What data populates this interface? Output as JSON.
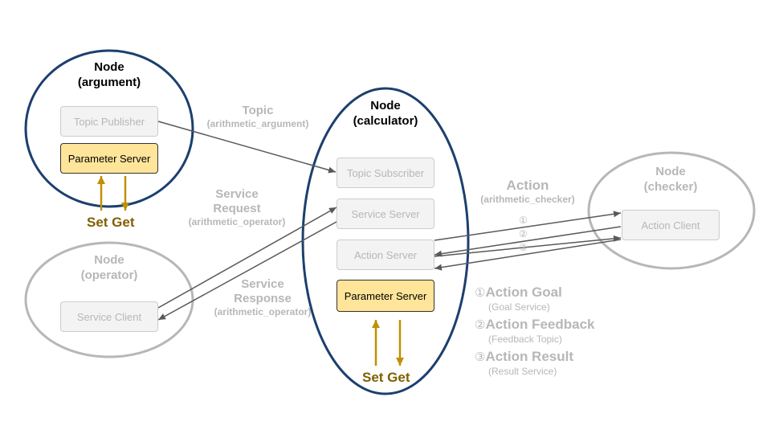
{
  "nodes": {
    "argument": {
      "title_line1": "Node",
      "title_line2": "(argument)"
    },
    "operator": {
      "title_line1": "Node",
      "title_line2": "(operator)"
    },
    "calculator": {
      "title_line1": "Node",
      "title_line2": "(calculator)"
    },
    "checker": {
      "title_line1": "Node",
      "title_line2": "(checker)"
    }
  },
  "boxes": {
    "topic_publisher": "Topic Publisher",
    "parameter_server_argument": "Parameter Server",
    "topic_subscriber": "Topic Subscriber",
    "service_server": "Service Server",
    "action_server": "Action Server",
    "parameter_server_calculator": "Parameter Server",
    "service_client": "Service Client",
    "action_client": "Action Client"
  },
  "edges": {
    "topic": {
      "label": "Topic",
      "sublabel": "(arithmetic_argument)"
    },
    "service_request": {
      "label_line1": "Service",
      "label_line2": "Request",
      "sublabel": "(arithmetic_operator)"
    },
    "service_response": {
      "label_line1": "Service",
      "label_line2": "Response",
      "sublabel": "(arithmetic_operator)"
    },
    "action": {
      "label": "Action",
      "sublabel": "(arithmetic_checker)"
    },
    "action_numbers": [
      "①",
      "②",
      "③"
    ]
  },
  "setget": {
    "argument": "Set Get",
    "calculator": "Set Get"
  },
  "legend": [
    {
      "mark": "①",
      "title": "Action Goal",
      "sub": "(Goal Service)"
    },
    {
      "mark": "②",
      "title": "Action Feedback",
      "sub": "(Feedback Topic)"
    },
    {
      "mark": "③",
      "title": "Action Result",
      "sub": "(Result Service)"
    }
  ],
  "colors": {
    "active_node_border": "#1c3f6e",
    "inactive_node_border": "#b7b7b7",
    "parameter_fill": "#ffe599",
    "setget_arrow": "#bf9000",
    "setget_text": "#7f6000",
    "edge_arrow": "#595959",
    "muted_text": "#b7b7b7"
  }
}
